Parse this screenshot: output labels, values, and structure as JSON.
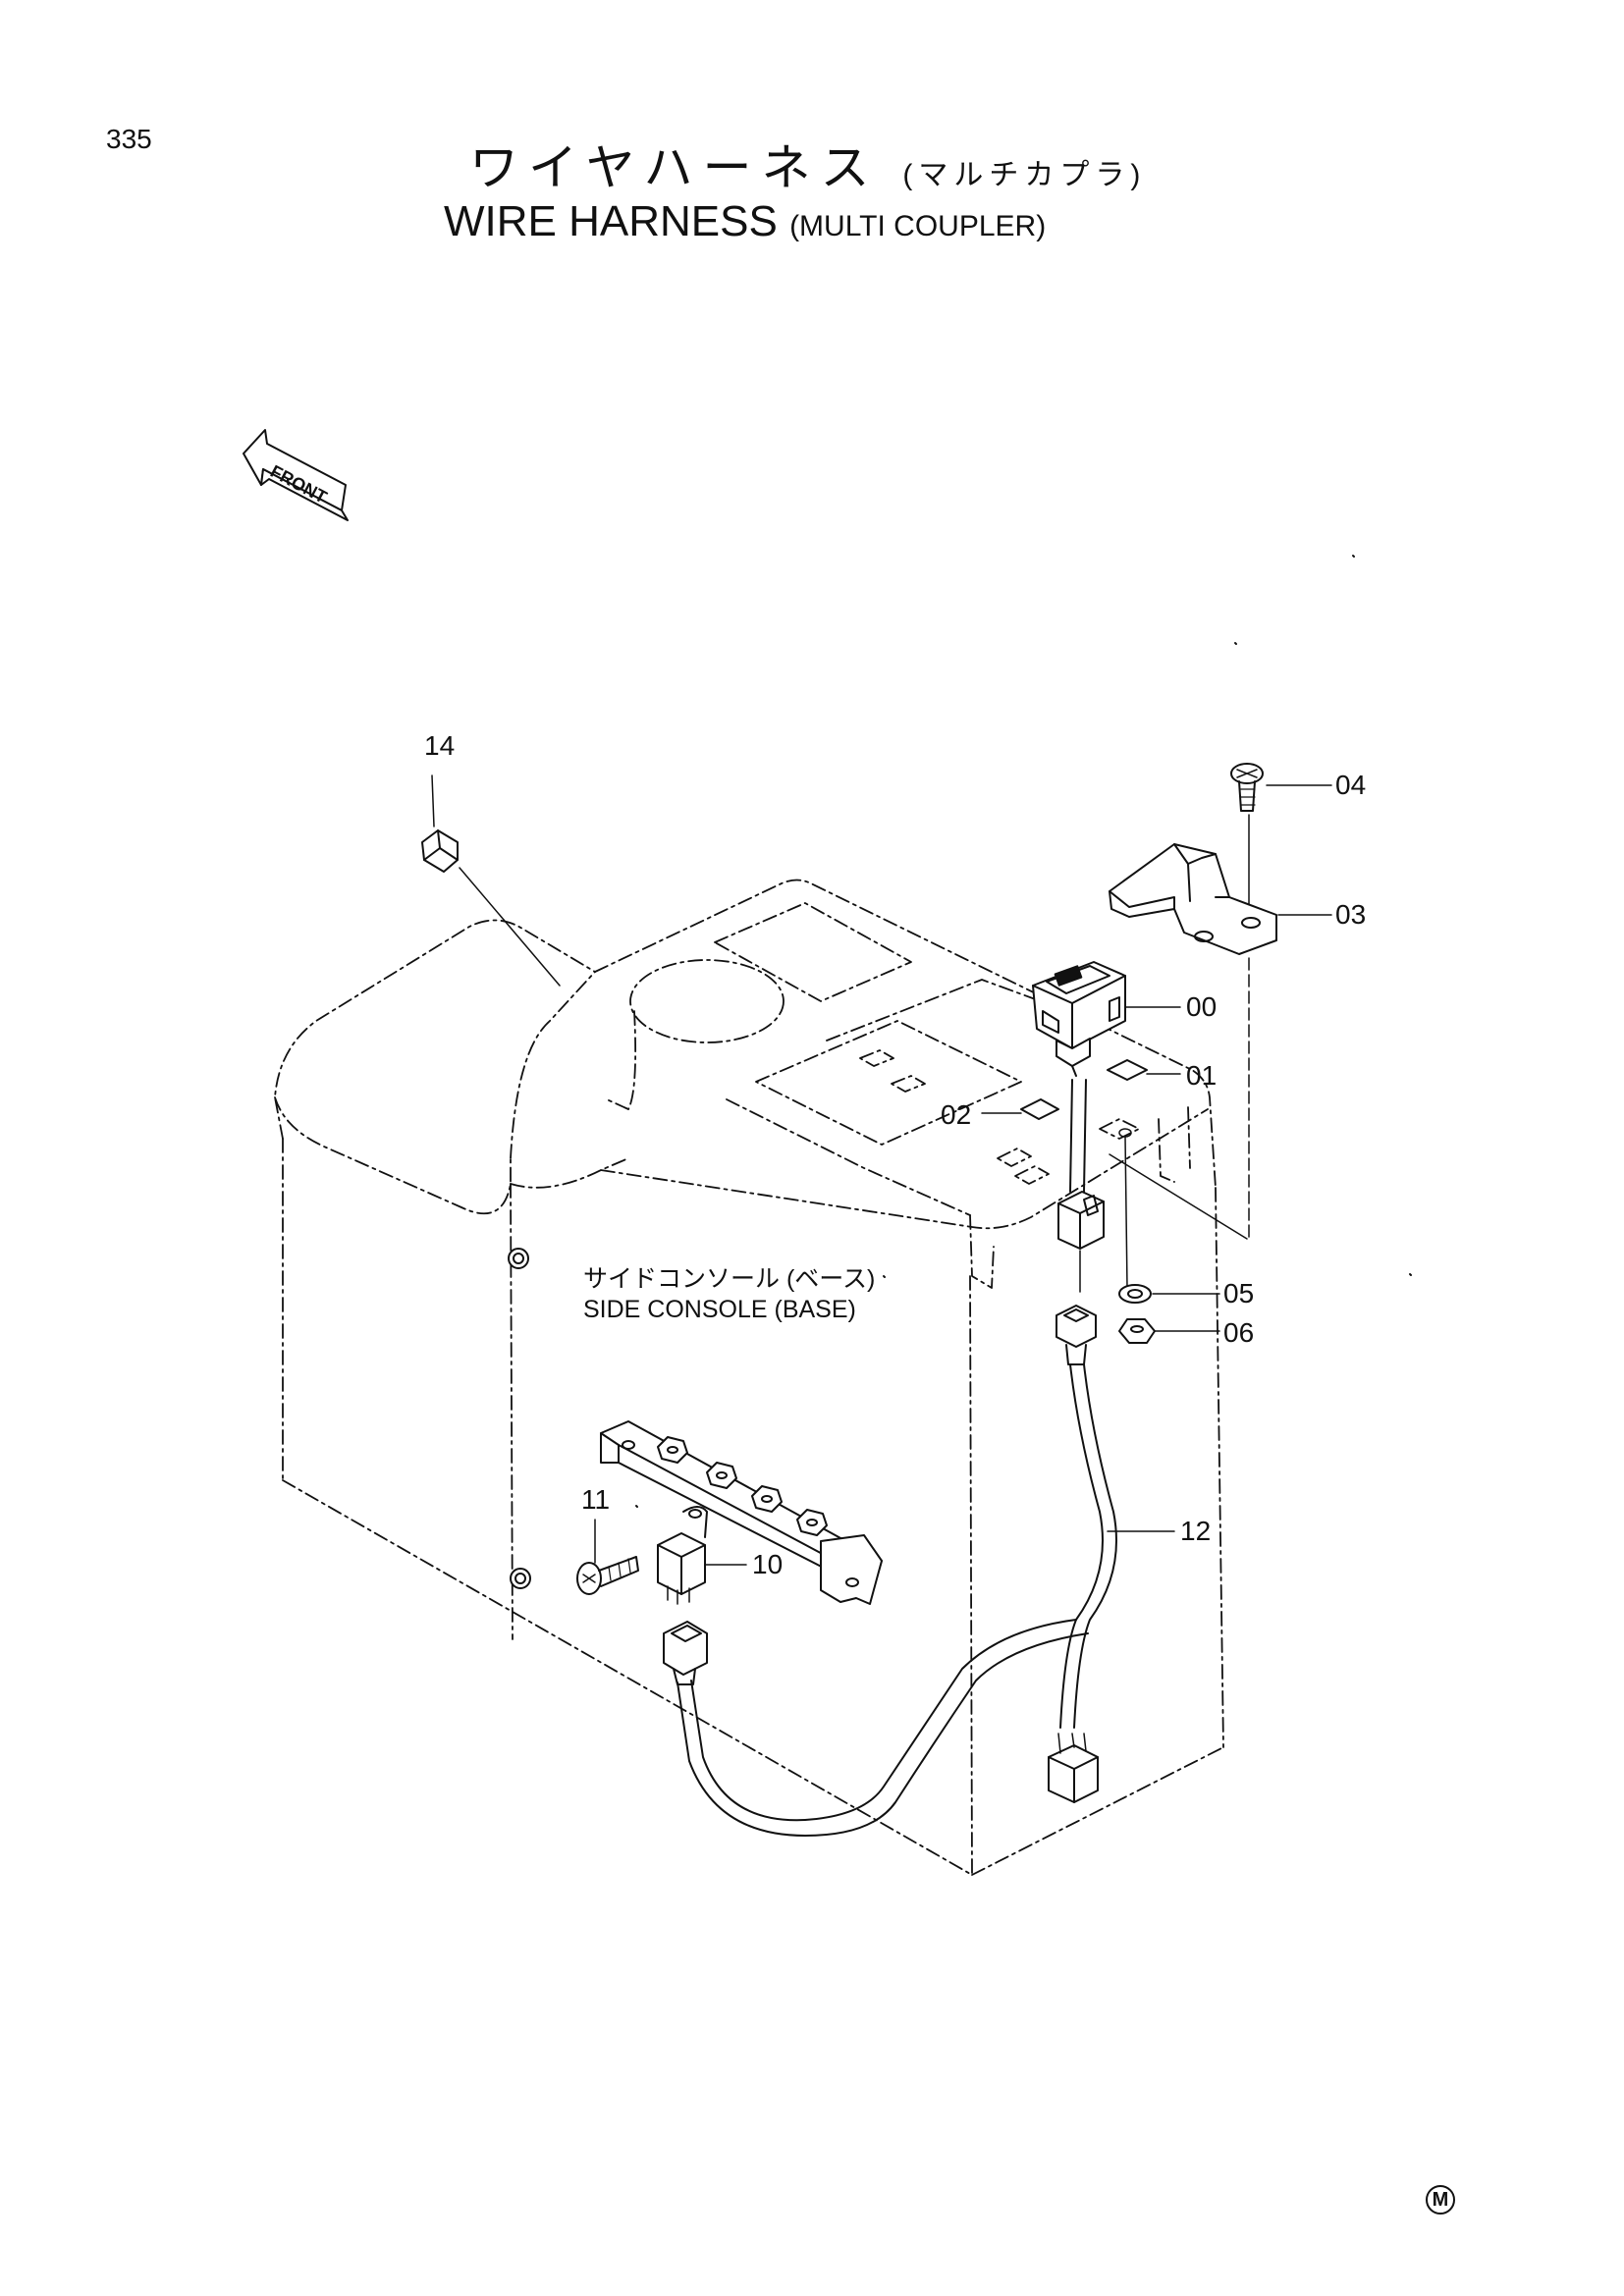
{
  "page_number": "335",
  "title": {
    "japanese": "ワイヤハーネス",
    "japanese_sub": "(マルチカプラ)",
    "english": "WIRE HARNESS",
    "english_sub": "(MULTI COUPLER)"
  },
  "front_marker": "FRONT",
  "console_label": {
    "japanese": "サイドコンソール (ベース)",
    "english": "SIDE CONSOLE (BASE)"
  },
  "callouts": {
    "p00": "00",
    "p01": "01",
    "p02": "02",
    "p03": "03",
    "p04": "04",
    "p05": "05",
    "p06": "06",
    "p10": "10",
    "p11": "11",
    "p12": "12",
    "p14": "14"
  },
  "corner_mark": "M"
}
